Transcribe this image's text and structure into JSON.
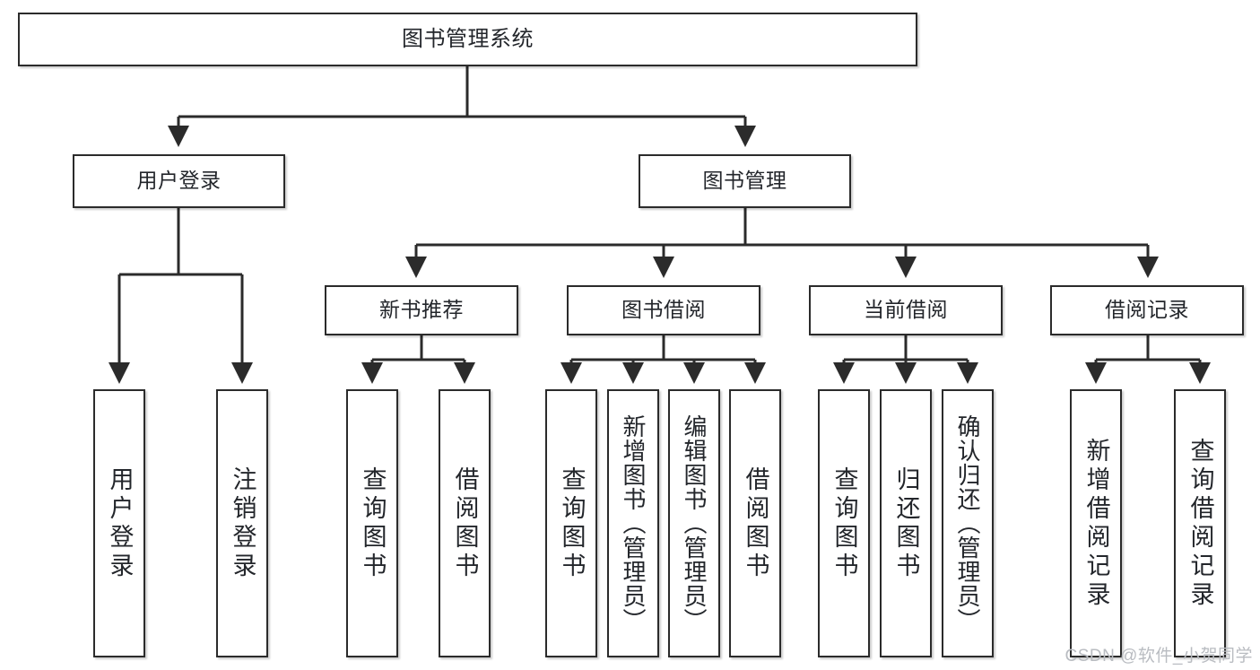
{
  "diagram": {
    "title": "图书管理系统",
    "type": "tree-hierarchy",
    "colors": {
      "box_border": "#2b2b2b",
      "box_fill": "#ffffff",
      "text": "#23262b",
      "edge": "#2b2b2b",
      "watermark": "#b9bcc1"
    },
    "nodes": {
      "root": {
        "label": "图书管理系统"
      },
      "level2": [
        {
          "label": "用户登录"
        },
        {
          "label": "图书管理"
        }
      ],
      "level3": [
        {
          "label": "新书推荐"
        },
        {
          "label": "图书借阅"
        },
        {
          "label": "当前借阅"
        },
        {
          "label": "借阅记录"
        }
      ],
      "leaves": {
        "user_login": [
          {
            "label": "用户登录"
          },
          {
            "label": "注销登录"
          }
        ],
        "new_book_recommend": [
          {
            "label": "查询图书"
          },
          {
            "label": "借阅图书"
          }
        ],
        "book_borrow": [
          {
            "label": "查询图书"
          },
          {
            "label": "新增图书（管理员）"
          },
          {
            "label": "编辑图书（管理员）"
          },
          {
            "label": "借阅图书"
          }
        ],
        "current_borrow": [
          {
            "label": "查询图书"
          },
          {
            "label": "归还图书"
          },
          {
            "label": "确认归还（管理员）"
          }
        ],
        "borrow_record": [
          {
            "label": "新增借阅记录"
          },
          {
            "label": "查询借阅记录"
          }
        ]
      }
    },
    "watermark": "CSDN @软件_小贺同学"
  }
}
